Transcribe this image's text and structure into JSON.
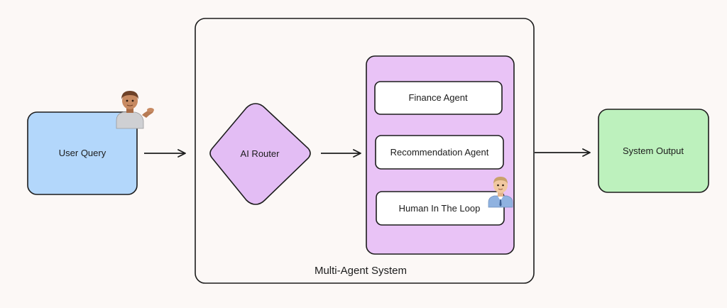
{
  "nodes": {
    "user_query": "User Query",
    "ai_router": "AI Router",
    "finance_agent": "Finance Agent",
    "recommendation_agent": "Recommendation Agent",
    "human_in_the_loop": "Human In The Loop",
    "system_output": "System Output"
  },
  "groups": {
    "multi_agent_system": "Multi-Agent System"
  },
  "colors": {
    "background": "#fcf8f6",
    "user_query_fill": "#b3d7fb",
    "router_fill": "#e3bdf4",
    "agents_panel_fill": "#e9c3f6",
    "agent_card_fill": "#ffffff",
    "output_fill": "#bdf1bd",
    "stroke": "#1c1c1c"
  },
  "icons": {
    "user_query_avatar": "person-tipping-hand-icon",
    "human_avatar": "person-man-icon"
  }
}
